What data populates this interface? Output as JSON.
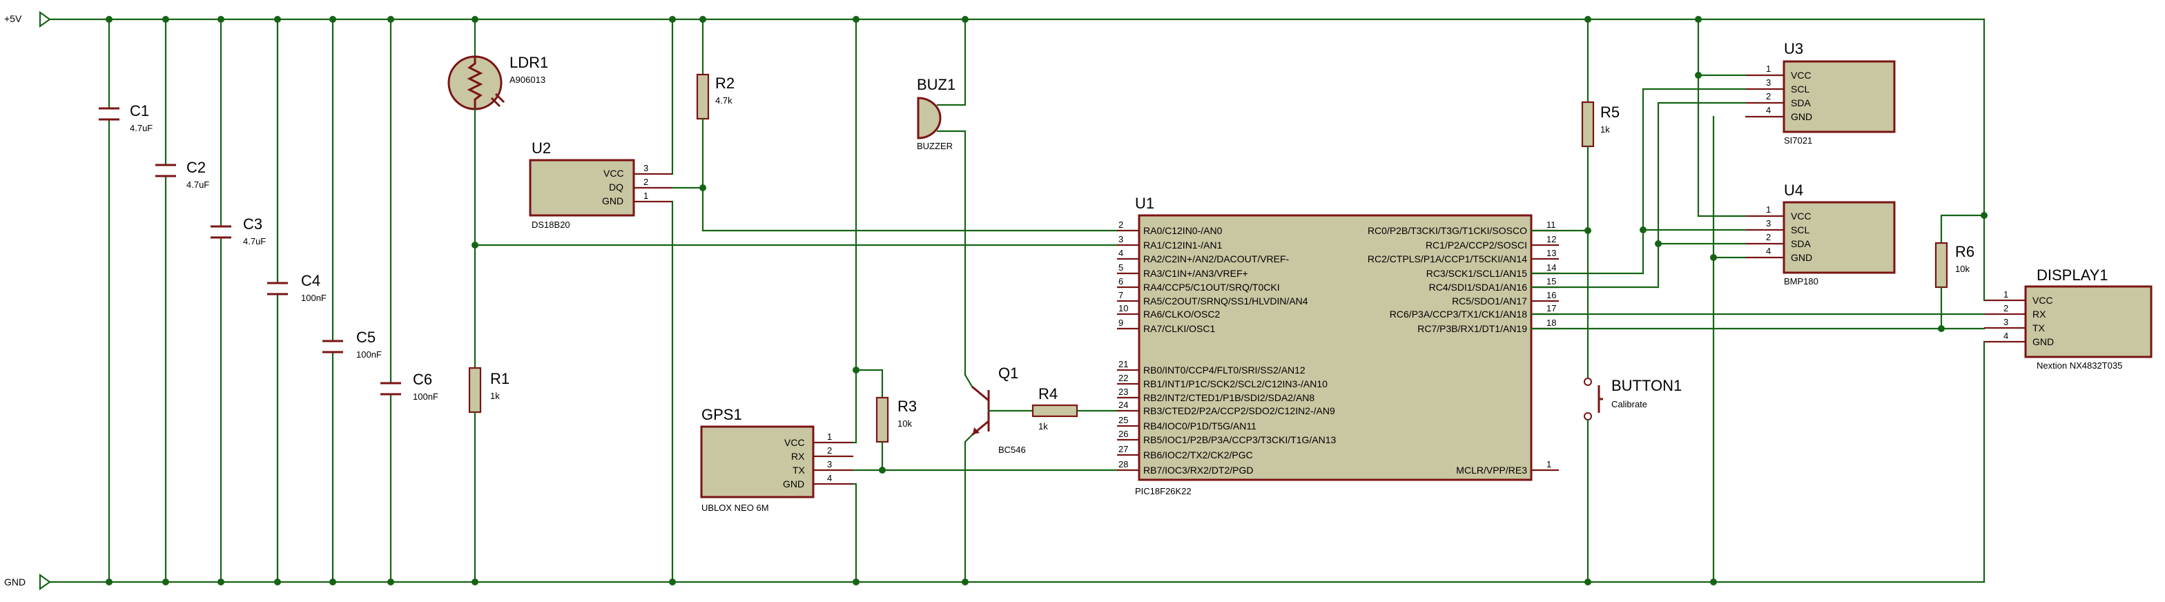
{
  "rails": {
    "vcc": "+5V",
    "gnd": "GND"
  },
  "components": {
    "c1": {
      "ref": "C1",
      "value": "4.7uF"
    },
    "c2": {
      "ref": "C2",
      "value": "4.7uF"
    },
    "c3": {
      "ref": "C3",
      "value": "4.7uF"
    },
    "c4": {
      "ref": "C4",
      "value": "100nF"
    },
    "c5": {
      "ref": "C5",
      "value": "100nF"
    },
    "c6": {
      "ref": "C6",
      "value": "100nF"
    },
    "ldr1": {
      "ref": "LDR1",
      "value": "A906013"
    },
    "r1": {
      "ref": "R1",
      "value": "1k"
    },
    "r2": {
      "ref": "R2",
      "value": "4.7k"
    },
    "r3": {
      "ref": "R3",
      "value": "10k"
    },
    "r4": {
      "ref": "R4",
      "value": "1k"
    },
    "r5": {
      "ref": "R5",
      "value": "1k"
    },
    "r6": {
      "ref": "R6",
      "value": "10k"
    },
    "u2": {
      "ref": "U2",
      "value": "DS18B20",
      "pins": [
        "VCC",
        "DQ",
        "GND"
      ],
      "nums": [
        "3",
        "2",
        "1"
      ]
    },
    "buz1": {
      "ref": "BUZ1",
      "value": "BUZZER"
    },
    "gps1": {
      "ref": "GPS1",
      "value": "UBLOX NEO 6M",
      "pins": [
        "VCC",
        "RX",
        "TX",
        "GND"
      ],
      "nums": [
        "1",
        "2",
        "3",
        "4"
      ]
    },
    "q1": {
      "ref": "Q1",
      "value": "BC546"
    },
    "button1": {
      "ref": "BUTTON1",
      "value": "Calibrate"
    },
    "u3": {
      "ref": "U3",
      "value": "SI7021",
      "pins": [
        "VCC",
        "SCL",
        "SDA",
        "GND"
      ],
      "nums": [
        "1",
        "3",
        "2",
        "4"
      ]
    },
    "u4": {
      "ref": "U4",
      "value": "BMP180",
      "pins": [
        "VCC",
        "SCL",
        "SDA",
        "GND"
      ],
      "nums": [
        "1",
        "3",
        "2",
        "4"
      ]
    },
    "display1": {
      "ref": "DISPLAY1",
      "value": "Nextion NX4832T035",
      "pins": [
        "VCC",
        "RX",
        "TX",
        "GND"
      ],
      "nums": [
        "1",
        "2",
        "3",
        "4"
      ]
    },
    "u1": {
      "ref": "U1",
      "value": "PIC18F26K22",
      "left_pins": [
        {
          "num": "2",
          "name": "RA0/C12IN0-/AN0"
        },
        {
          "num": "3",
          "name": "RA1/C12IN1-/AN1"
        },
        {
          "num": "4",
          "name": "RA2/C2IN+/AN2/DACOUT/VREF-"
        },
        {
          "num": "5",
          "name": "RA3/C1IN+/AN3/VREF+"
        },
        {
          "num": "6",
          "name": "RA4/CCP5/C1OUT/SRQ/T0CKI"
        },
        {
          "num": "7",
          "name": "RA5/C2OUT/SRNQ/SS1/HLVDIN/AN4"
        },
        {
          "num": "10",
          "name": "RA6/CLKO/OSC2"
        },
        {
          "num": "9",
          "name": "RA7/CLKI/OSC1"
        },
        {
          "num": "21",
          "name": "RB0/INT0/CCP4/FLT0/SRI/SS2/AN12"
        },
        {
          "num": "22",
          "name": "RB1/INT1/P1C/SCK2/SCL2/C12IN3-/AN10"
        },
        {
          "num": "23",
          "name": "RB2/INT2/CTED1/P1B/SDI2/SDA2/AN8"
        },
        {
          "num": "24",
          "name": "RB3/CTED2/P2A/CCP2/SDO2/C12IN2-/AN9"
        },
        {
          "num": "25",
          "name": "RB4/IOC0/P1D/T5G/AN11"
        },
        {
          "num": "26",
          "name": "RB5/IOC1/P2B/P3A/CCP3/T3CKI/T1G/AN13"
        },
        {
          "num": "27",
          "name": "RB6/IOC2/TX2/CK2/PGC"
        },
        {
          "num": "28",
          "name": "RB7/IOC3/RX2/DT2/PGD"
        }
      ],
      "right_pins": [
        {
          "num": "11",
          "name": "RC0/P2B/T3CKI/T3G/T1CKI/SOSCO"
        },
        {
          "num": "12",
          "name": "RC1/P2A/CCP2/SOSCI"
        },
        {
          "num": "13",
          "name": "RC2/CTPLS/P1A/CCP1/T5CKI/AN14"
        },
        {
          "num": "14",
          "name": "RC3/SCK1/SCL1/AN15"
        },
        {
          "num": "15",
          "name": "RC4/SDI1/SDA1/AN16"
        },
        {
          "num": "16",
          "name": "RC5/SDO1/AN17"
        },
        {
          "num": "17",
          "name": "RC6/P3A/CCP3/TX1/CK1/AN18"
        },
        {
          "num": "18",
          "name": "RC7/P3B/RX1/DT1/AN19"
        },
        {
          "num": "1",
          "name": "MCLR/VPP/RE3"
        }
      ]
    }
  },
  "colors": {
    "wire": "#146414",
    "part_outline": "#7a1414",
    "part_fill": "#c9c6a2"
  }
}
